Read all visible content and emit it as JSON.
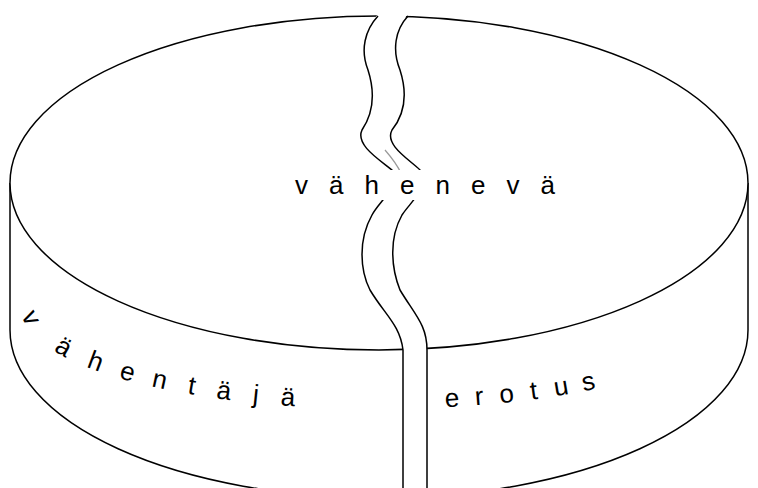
{
  "diagram": {
    "labels": [
      "vähenevä",
      "vähentäjä",
      "erotus"
    ]
  }
}
